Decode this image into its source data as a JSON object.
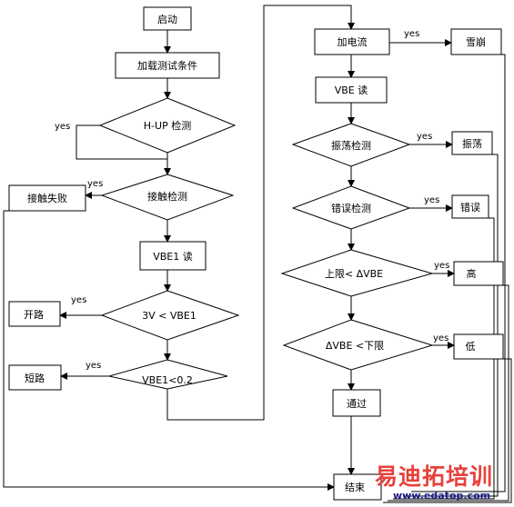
{
  "flowchart": {
    "nodes": {
      "start": "启动",
      "load": "加载测试条件",
      "hup": "H-UP 检测",
      "contact": "接触检测",
      "contact_fail": "接触失败",
      "vbe1_read": "VBE1  读",
      "open_check": "3V < VBE1",
      "open": "开路",
      "short_check": "VBE1<0.2",
      "short": "短路",
      "add_current": "加电流",
      "avalanche": "雪崩",
      "vbe_read": "VBE  读",
      "osc_check": "振荡检测",
      "osc": "振荡",
      "err_check": "错误检测",
      "err": "错误",
      "upper_check": "上限< ΔVBE",
      "high": "高",
      "lower_check": "ΔVBE <下限",
      "low": "低",
      "pass": "通过",
      "end": "结束"
    },
    "yes_label": "yes"
  },
  "watermark": {
    "title": "易迪拓培训",
    "url": "www.edatop.com"
  }
}
